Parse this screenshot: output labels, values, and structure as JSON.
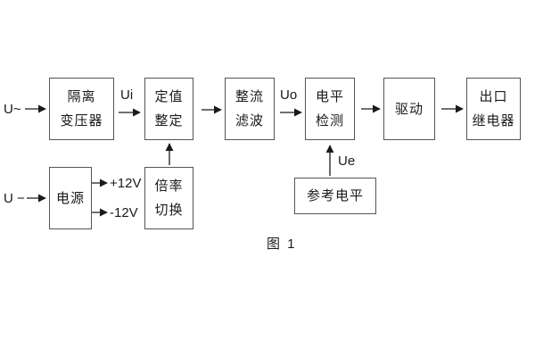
{
  "figure": {
    "caption": "图 1",
    "inputs": {
      "ac_label": "U~",
      "dc_label": "U −"
    },
    "signal_labels": {
      "ui": "Ui",
      "uo": "Uo",
      "ue": "Ue",
      "plus12": "+12V",
      "minus12": "-12V"
    },
    "blocks": {
      "isolation_transformer": {
        "line1": "隔离",
        "line2": "变压器"
      },
      "setting_adjust": {
        "line1": "定值",
        "line2": "整定"
      },
      "rectify_filter": {
        "line1": "整流",
        "line2": "滤波"
      },
      "level_detect": {
        "line1": "电平",
        "line2": "检测"
      },
      "drive": {
        "label": "驱动"
      },
      "output_relay": {
        "line1": "出口",
        "line2": "继电器"
      },
      "power_supply": {
        "label": "电源"
      },
      "ratio_switch": {
        "line1": "倍率",
        "line2": "切换"
      },
      "reference_level": {
        "label": "参考电平"
      }
    },
    "colors": {
      "background": "#ffffff",
      "box_border": "#555555",
      "text": "#1a1a1a",
      "arrow": "#1a1a1a"
    }
  }
}
